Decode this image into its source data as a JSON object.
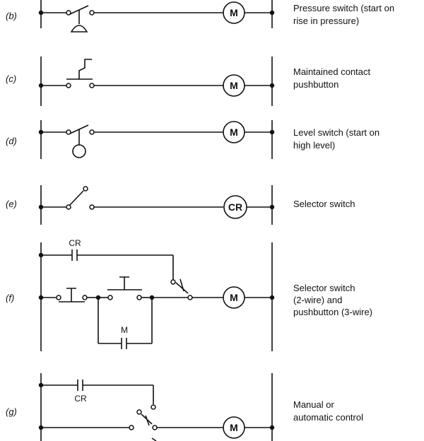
{
  "rows": [
    {
      "tag": "(b)",
      "coil": "M",
      "desc": [
        "Pressure switch (start on",
        "rise in pressure)"
      ]
    },
    {
      "tag": "(c)",
      "coil": "M",
      "desc": [
        "Maintained contact",
        "pushbutton"
      ]
    },
    {
      "tag": "(d)",
      "coil": "M",
      "desc": [
        "Level switch (start on",
        "high level)"
      ]
    },
    {
      "tag": "(e)",
      "coil": "CR",
      "desc": [
        "Selector switch"
      ]
    },
    {
      "tag": "(f)",
      "coil": "M",
      "desc": [
        "Selector switch",
        "(2-wire) and",
        "pushbutton (3-wire)"
      ],
      "contact_labels": {
        "seal_in": "CR",
        "holding": "M"
      }
    },
    {
      "tag": "(g)",
      "coil": "M",
      "desc": [
        "Manual or",
        "automatic control"
      ],
      "contact_labels": {
        "cr": "CR"
      }
    }
  ]
}
